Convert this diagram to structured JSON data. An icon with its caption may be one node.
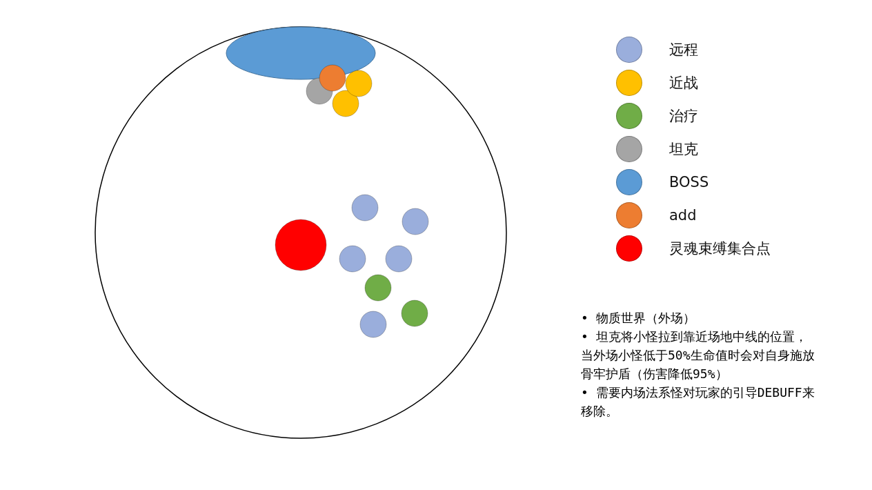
{
  "diagram": {
    "labels": [
      "• 物质世界（外场）",
      "• 坦克将小怪拉到靠近场地中线的位置，当外场小怪低于50%生命值时会对自身施放骨牢护盾（伤害降低95%）",
      "• 需要内场法系怪对玩家的引导DEBUFF来移除。"
    ],
    "legend": [
      {
        "text": "远程",
        "color": "#9aaedc"
      },
      {
        "text": "近战",
        "color": "#ffc000"
      },
      {
        "text": "治疗",
        "color": "#70ad47"
      },
      {
        "text": "坦克",
        "color": "#a5a5a5"
      },
      {
        "text": "BOSS",
        "color": "#5b9bd5"
      },
      {
        "text": "add",
        "color": "#ed7d31"
      },
      {
        "text": "灵魂束缚集合点",
        "color": "#ff0000"
      }
    ]
  }
}
